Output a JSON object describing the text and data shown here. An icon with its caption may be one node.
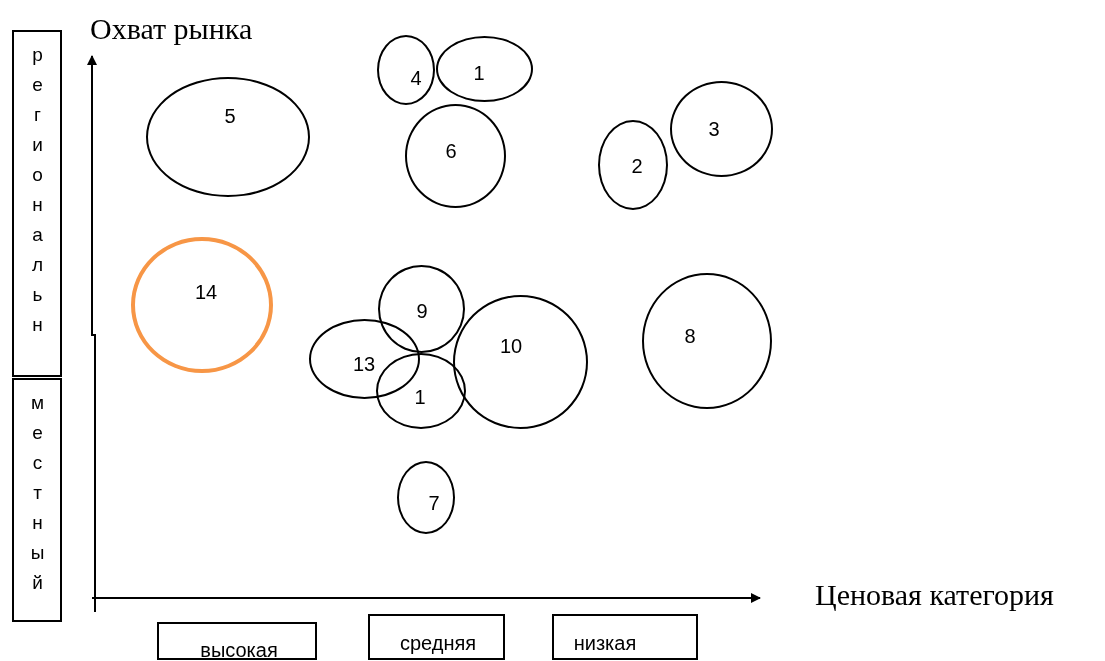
{
  "diagram": {
    "nodes": [
      {
        "text": [
          "региональн"
        ]
      },
      {
        "text": [
          "4"
        ]
      },
      {
        "text": [
          "1"
        ]
      },
      {
        "text": [
          "5"
        ]
      },
      {
        "text": [
          "6"
        ]
      },
      {
        "text": [
          "3"
        ]
      },
      {
        "text": [
          "2"
        ]
      },
      {
        "text": [
          "14"
        ]
      },
      {
        "text": [
          "9"
        ]
      },
      {
        "text": [
          "8"
        ]
      },
      {
        "text": [
          "10"
        ]
      },
      {
        "text": [
          "13"
        ]
      },
      {
        "text": [
          "1"
        ]
      },
      {
        "text": [
          "местный"
        ]
      },
      {
        "text": [
          "7"
        ]
      },
      {
        "text": [
          "высокая"
        ]
      },
      {
        "text": [
          "средняя"
        ]
      },
      {
        "text": [
          "низкая"
        ]
      }
    ],
    "labels": [
      "Охват рынка",
      "Ценовая категория"
    ]
  }
}
